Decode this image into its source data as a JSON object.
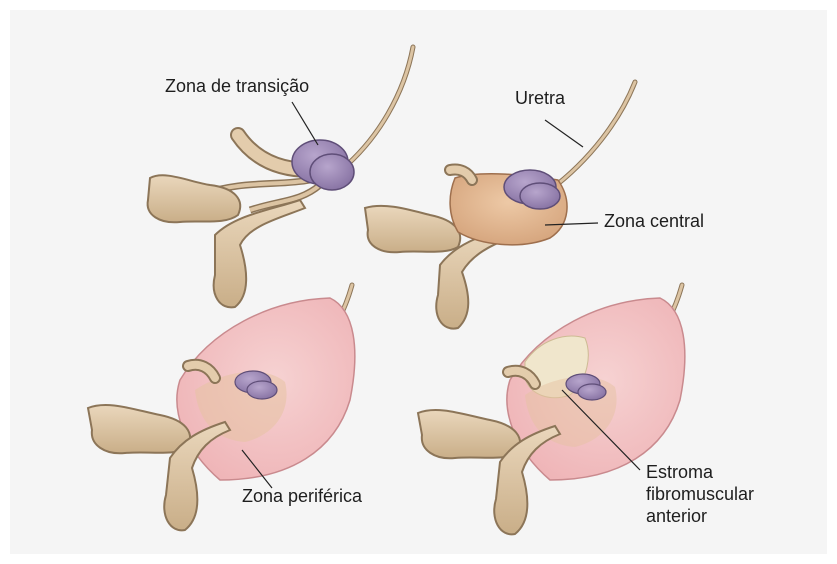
{
  "labels": {
    "transition_zone": "Zona de transição",
    "urethra": "Uretra",
    "central_zone": "Zona central",
    "peripheral_zone": "Zona periférica",
    "anterior_stroma_line1": "Estroma",
    "anterior_stroma_line2": "fibromuscular",
    "anterior_stroma_line3": "anterior"
  },
  "colors": {
    "background": "#f5f5f5",
    "tissue": "#dcc4a3",
    "tissue_outline": "#8c7558",
    "transition_zone": "#9b84b5",
    "central_zone": "#e0b48d",
    "peripheral_zone": "#f2c1c3",
    "anterior_stroma": "#f0e6cc",
    "leader_line": "#222222"
  }
}
